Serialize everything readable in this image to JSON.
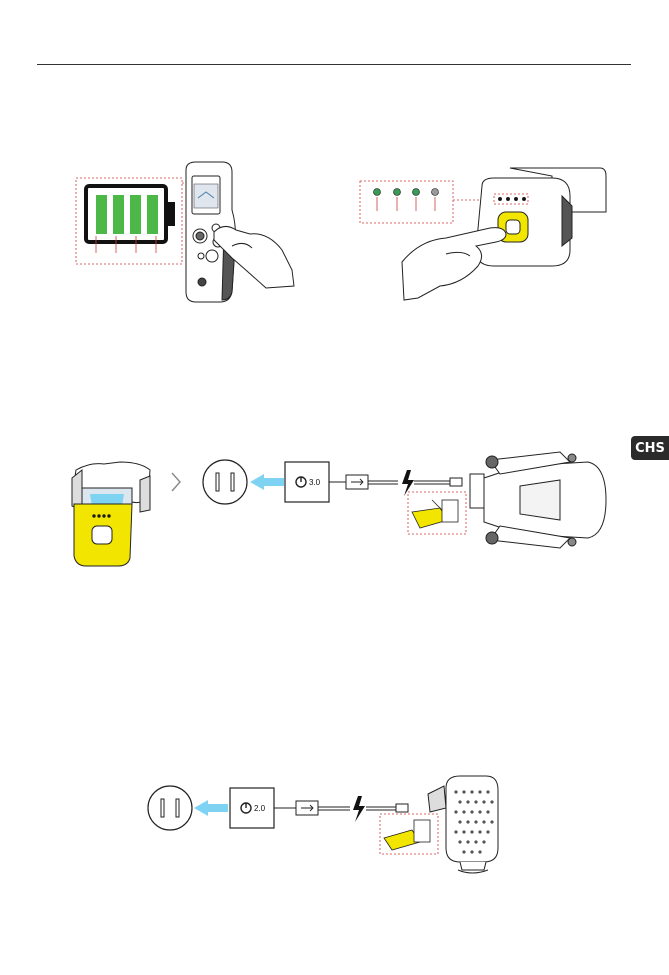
{
  "page": {
    "language_tab": "CHS"
  },
  "figures": {
    "charger_a_label": "3.0",
    "charger_b_label": "2.0"
  },
  "colors": {
    "accent_yellow": "#f2e600",
    "battery_green": "#4cb847",
    "led_green": "#3a9a55",
    "led_grey": "#9a9a9a",
    "callout_red": "#d23a3a",
    "arrow_blue": "#7fd3f2"
  },
  "icons": [
    "battery-level-icon",
    "remote-controller-illustration",
    "hand-pressing-icon",
    "drone-battery-illustration",
    "wall-socket-icon",
    "usb-charger-icon",
    "usb-symbol-icon",
    "lightning-icon",
    "chevron-right-icon",
    "drone-folded-illustration",
    "gimbal-device-illustration"
  ]
}
